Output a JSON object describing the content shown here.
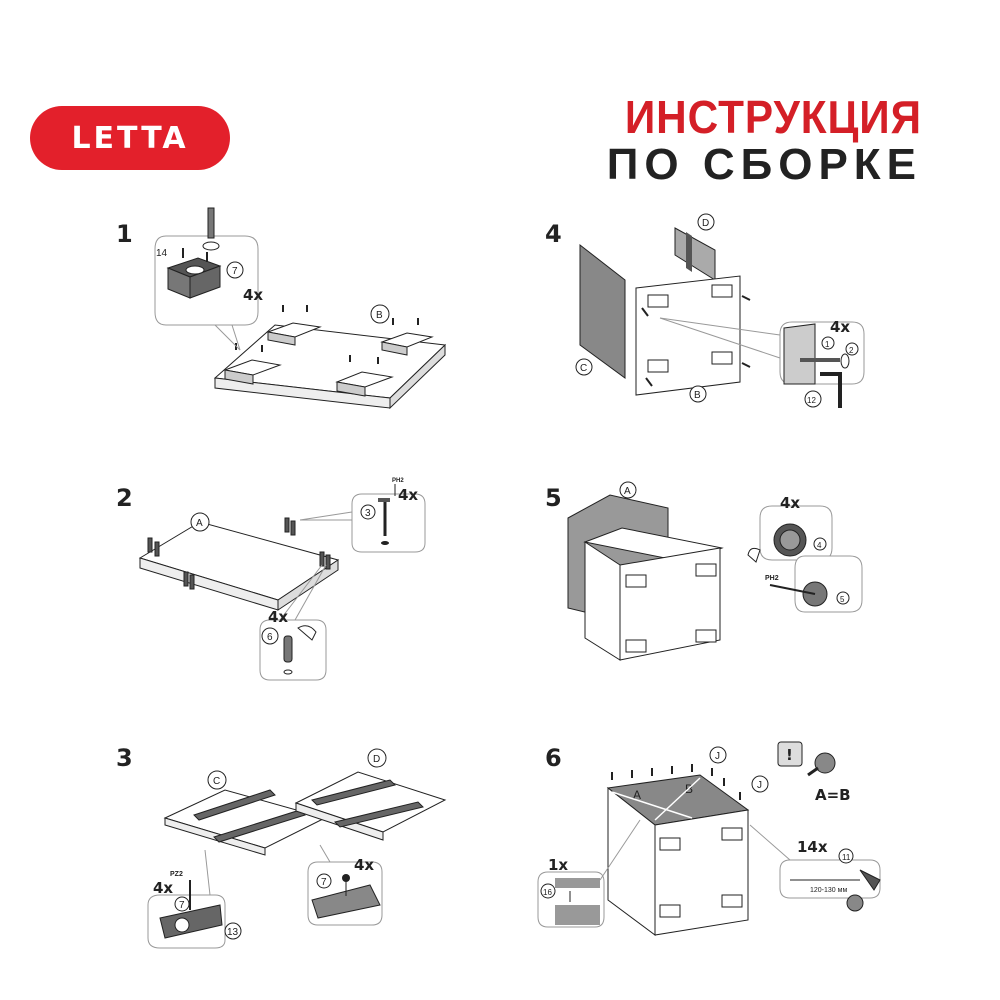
{
  "brand": {
    "logo_text": "LETTA",
    "accent": "#e3202b"
  },
  "title": {
    "line1": "ИНСТРУКЦИЯ",
    "line2": "ПО СБОРКЕ"
  },
  "steps": [
    {
      "number": "1",
      "qty": "4x",
      "parts": [
        "14",
        "7"
      ],
      "panel": "B"
    },
    {
      "number": "2",
      "qty_top": "4x",
      "qty_bottom": "4x",
      "tool": "PH2",
      "parts": [
        "3",
        "6"
      ],
      "panel": "A"
    },
    {
      "number": "3",
      "qty_left": "4x",
      "qty_right": "4x",
      "tool": "PZ2",
      "parts": [
        "7",
        "13",
        "7"
      ],
      "panels": [
        "C",
        "D"
      ]
    },
    {
      "number": "4",
      "qty": "4x",
      "parts": [
        "1",
        "2",
        "12"
      ],
      "panels": [
        "D",
        "C",
        "B"
      ]
    },
    {
      "number": "5",
      "qty": "4x",
      "tool": "PH2",
      "parts": [
        "4",
        "5"
      ],
      "panel": "A"
    },
    {
      "number": "6",
      "qty_left": "1x",
      "qty_right": "14x",
      "parts": [
        "16",
        "11"
      ],
      "panels": [
        "J",
        "J",
        "A",
        "B"
      ],
      "note": "A=B",
      "measure": "120-130 мм",
      "warning": "!"
    }
  ]
}
